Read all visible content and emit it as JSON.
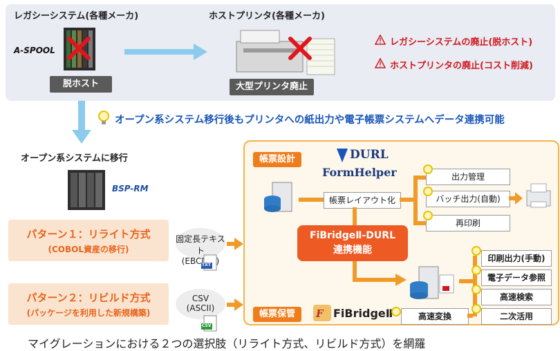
{
  "top": {
    "legacy_title": "レガシーシステム(各種メーカ)",
    "legacy_logo": "A-SPOOL",
    "legacy_tag": "脱ホスト",
    "printer_title": "ホストプリンタ(各種メーカ)",
    "printer_tag": "大型プリンタ廃止",
    "warnings": [
      "レガシーシステムの廃止(脱ホスト)",
      "ホストプリンタの廃止(コスト削減)"
    ]
  },
  "key_message": "オープン系システム移行後もプリンタへの紙出力や電子帳票システムへデータ連携可能",
  "migrate": {
    "title": "オープン系システムに移行",
    "logo": "BSP-RM"
  },
  "patterns": [
    {
      "line1": "パターン１：リライト方式",
      "line2": "(COBOL資産の移行)",
      "oval_line1": "固定長テキスト",
      "oval_line2": "(EBCDIC)",
      "file_badge": "TXT"
    },
    {
      "line1": "パターン２：リビルド方式",
      "line2": "(パッケージを利用した新規構築)",
      "oval_line1": "CSV",
      "oval_line2": "(ASCII)",
      "file_badge": "CSV"
    }
  ],
  "panel": {
    "design_tag": "帳票設計",
    "storage_tag": "帳票保管",
    "durl_logo": "DURL",
    "formhelper_logo": "FormHelper",
    "fibridge_logo": "FiBridgeⅡ",
    "layout_box": "帳票レイアウト化",
    "center_line1": "FiBridgeⅡ-DURL",
    "center_line2": "連携機能",
    "print_boxes": [
      "出力管理",
      "バッチ出力(自動)",
      "再印刷"
    ],
    "storage_boxes": [
      "印刷出力(手動)",
      "電子データ参照",
      "高速検索",
      "二次活用"
    ],
    "fast_convert": "高速変換"
  },
  "caption": "マイグレーションにおける２つの選択肢（リライト方式、リビルド方式）を網羅",
  "colors": {
    "orange": "#f07d1c",
    "blue": "#1a56b8",
    "red": "#d0181f"
  }
}
